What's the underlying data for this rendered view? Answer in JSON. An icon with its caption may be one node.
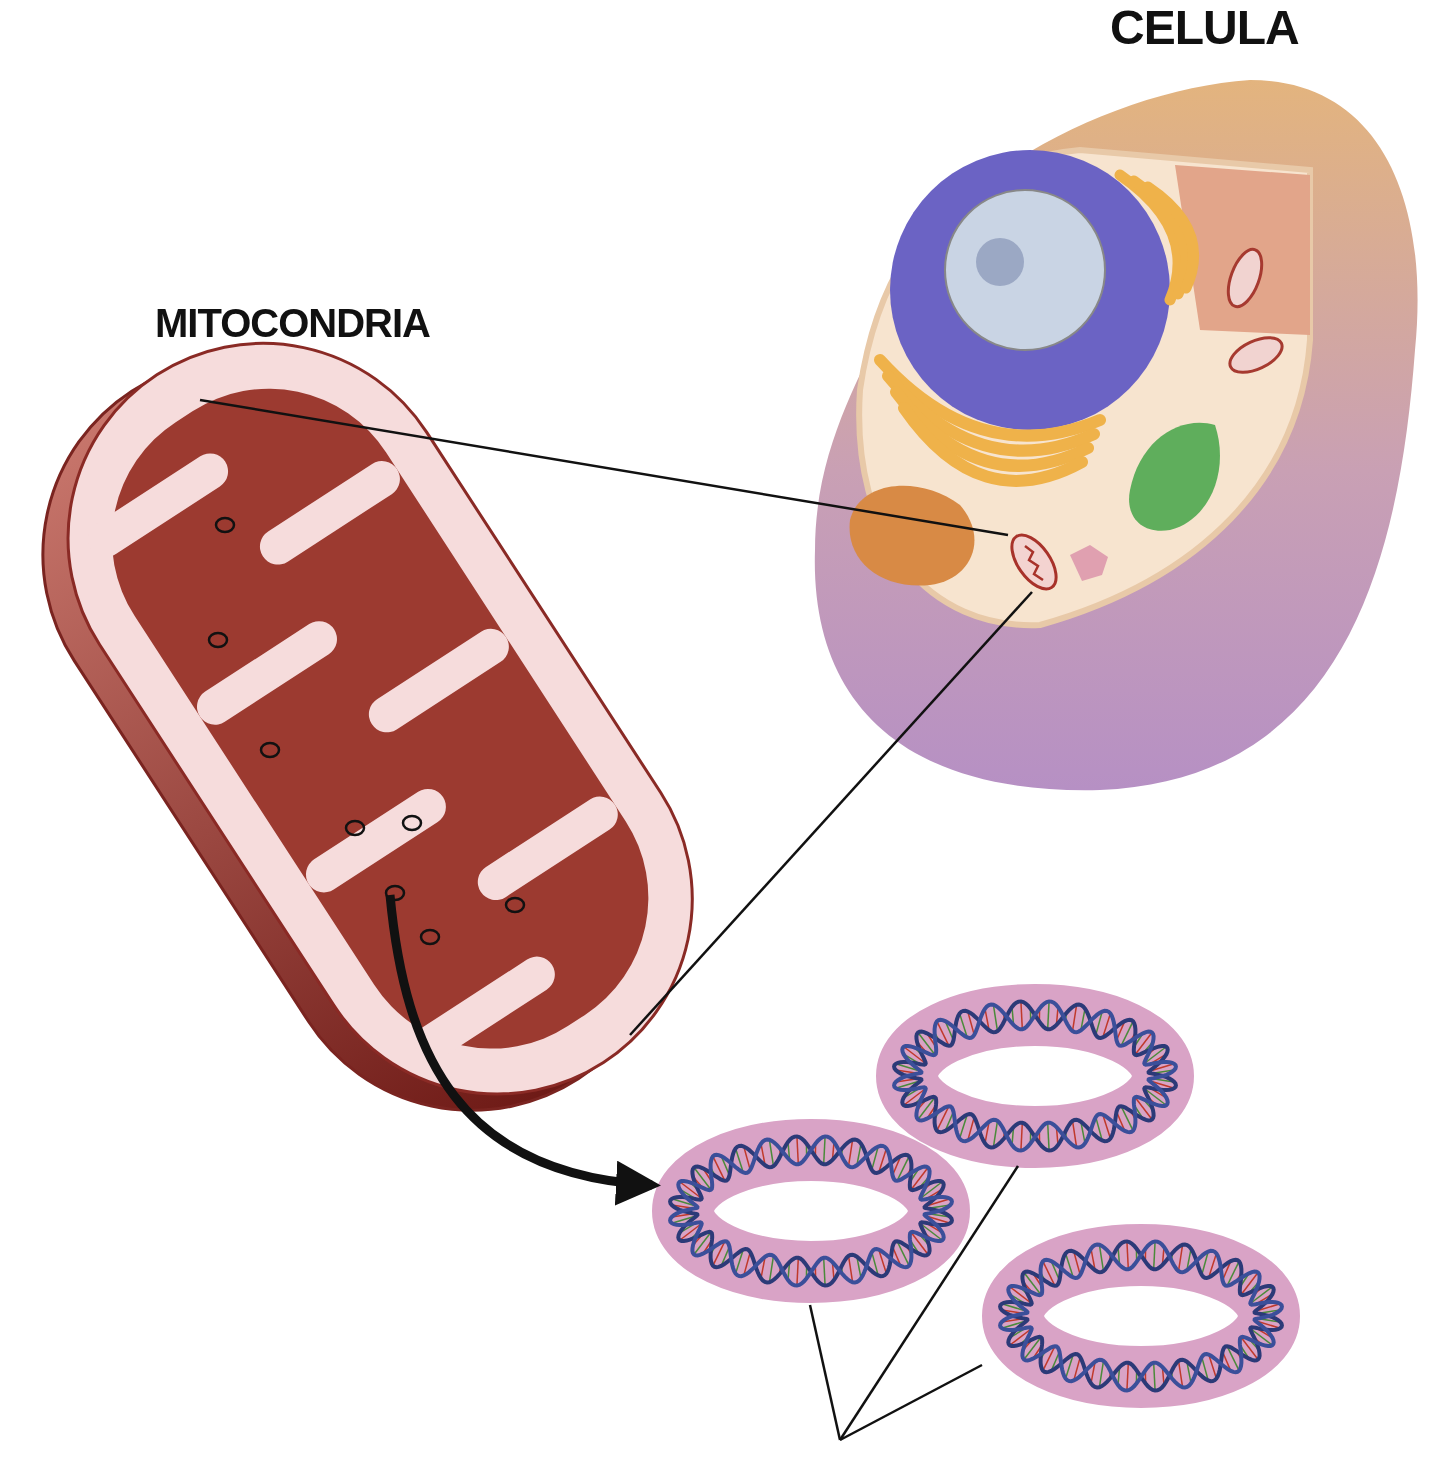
{
  "diagram": {
    "nodes": [
      {
        "text": [
          "CELULA"
        ]
      },
      {
        "text": [],
        "shape": "picture",
        "in": 0
      },
      {
        "text": [
          "MITOCONDRIA"
        ]
      },
      {
        "text": [],
        "shape": "picture"
      },
      {
        "text": [],
        "shape": "picture"
      },
      {
        "text": [],
        "shape": "picture"
      }
    ],
    "edges": [
      {
        "from": 2,
        "to": 1,
        "arrow": "none"
      },
      {
        "from": 1,
        "to": 2,
        "arrow": "none"
      },
      {
        "from": 2,
        "to": 4,
        "arrow": "to",
        "style": "thick"
      },
      {
        "from": null,
        "to": 3,
        "arrow": "none"
      },
      {
        "from": null,
        "to": 4,
        "arrow": "none"
      },
      {
        "from": null,
        "to": 5,
        "arrow": "none"
      }
    ]
  }
}
